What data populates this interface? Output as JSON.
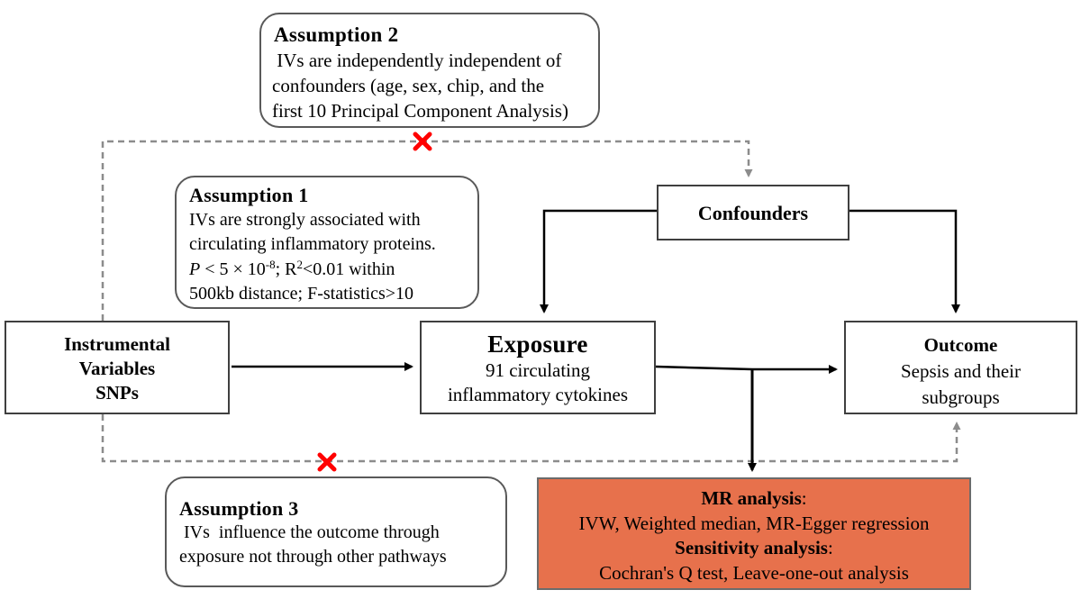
{
  "assumption2": {
    "heading": "Assumption 2",
    "lines": [
      " IVs are independently independent of",
      "confounders (age, sex, chip, and the",
      "first 10 Principal Component Analysis)"
    ]
  },
  "assumption1": {
    "heading": "Assumption 1",
    "line1": "IVs are strongly associated with",
    "line2": "circulating inflammatory proteins.",
    "p_symbol": "P",
    "p_text": " < 5 × 10",
    "p_exp": "-8",
    "r_text": "; R",
    "r_sup": "2",
    "r_rest": "<0.01 within",
    "line4": "500kb distance; F-statistics>10"
  },
  "assumption3": {
    "heading": "Assumption 3",
    "lines": [
      " IVs  influence the outcome through",
      "exposure not through other pathways"
    ]
  },
  "instrumental": {
    "lines": [
      "Instrumental",
      "Variables",
      "SNPs"
    ]
  },
  "exposure": {
    "title": "Exposure",
    "lines": [
      "91 circulating",
      "inflammatory cytokines"
    ]
  },
  "outcome": {
    "title": "Outcome",
    "lines": [
      "Sepsis and their",
      "subgroups"
    ]
  },
  "confounders": {
    "label": "Confounders"
  },
  "mr_box": {
    "heading1": "MR analysis",
    "colon1": ":",
    "methods": "IVW, Weighted median, MR-Egger regression",
    "heading2": "Sensitivity analysis",
    "colon2": ":",
    "tests": "Cochran's Q test, Leave-one-out analysis",
    "fill_color": "#e7714c"
  },
  "markers": {
    "violation_color": "#ff0000",
    "dashed_color": "#8c8c8c"
  }
}
